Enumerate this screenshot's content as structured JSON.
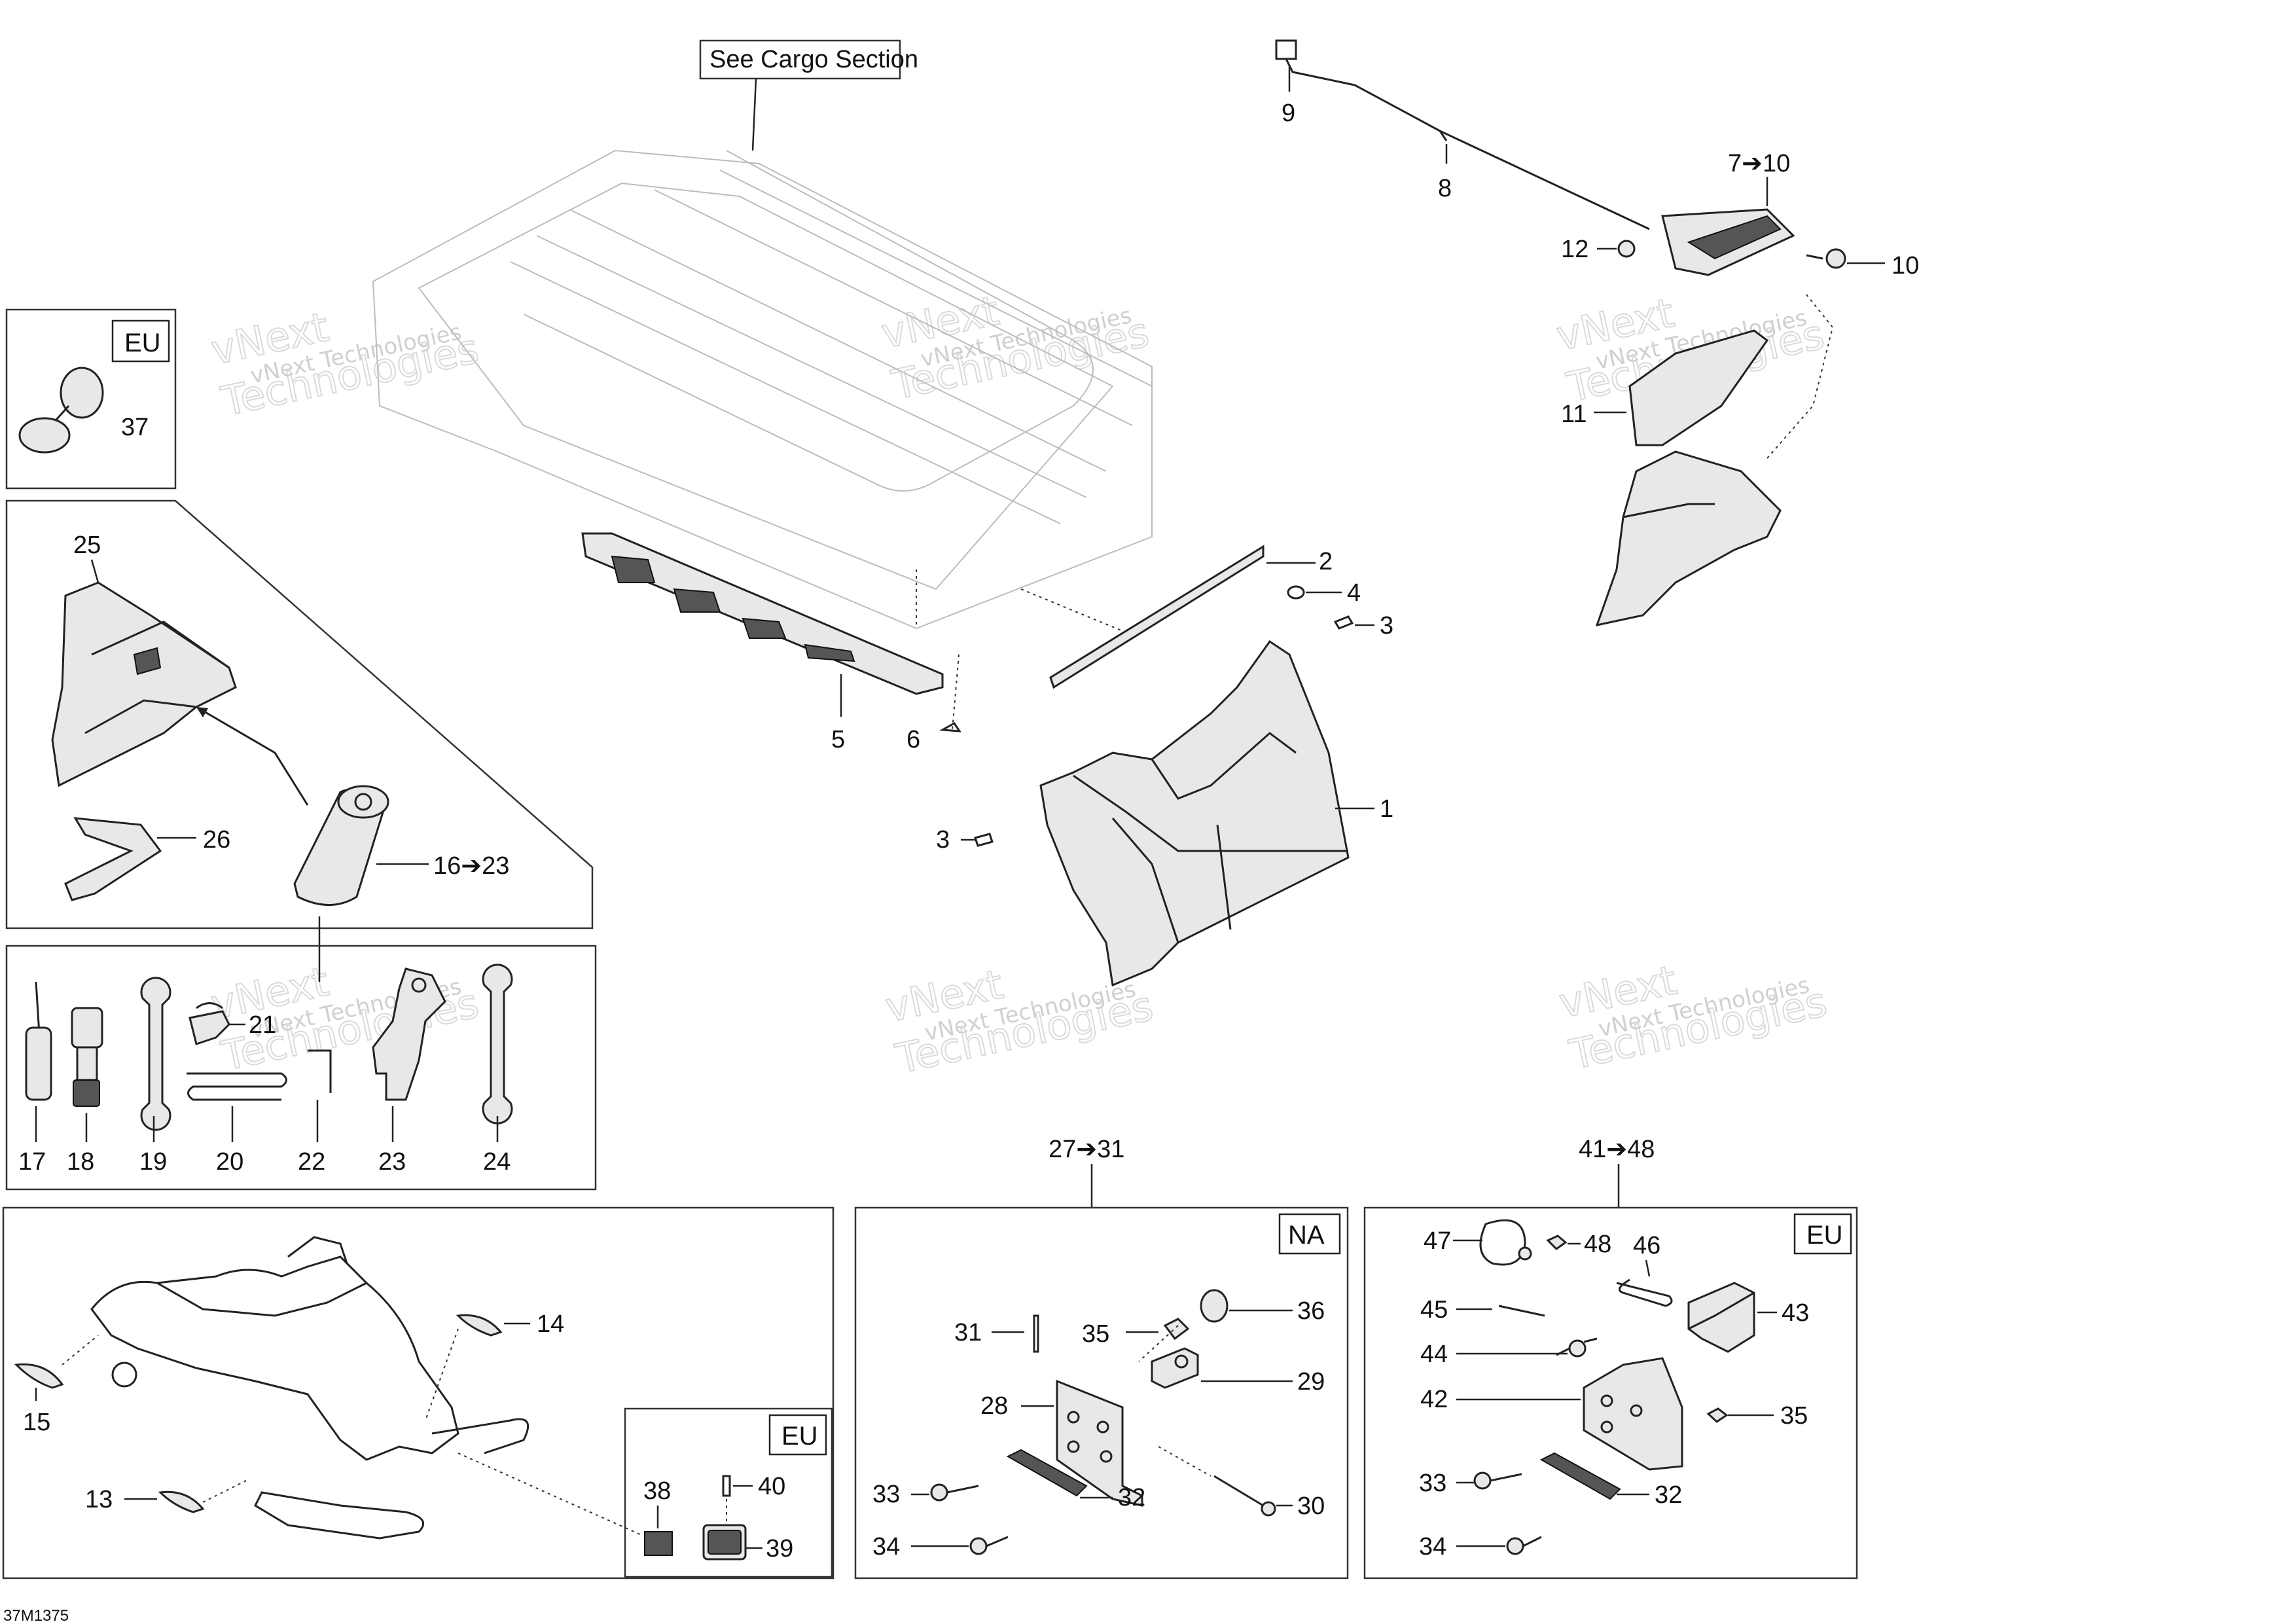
{
  "drawing_code": "37M1375",
  "cargo_note": "See Cargo Section",
  "watermark": {
    "line1": "vNext Technologies",
    "line2": "vNext",
    "line3": "Technologies"
  },
  "region_tags": {
    "eu_mirror": "EU",
    "na_plate": "NA",
    "eu_plate": "EU",
    "eu_reflector": "EU"
  },
  "callouts": {
    "c1": "1",
    "c2": "2",
    "c3a": "3",
    "c3b": "3",
    "c4": "4",
    "c5": "5",
    "c6": "6",
    "c7_10": "7➔10",
    "c8": "8",
    "c9": "9",
    "c10": "10",
    "c11": "11",
    "c12": "12",
    "c13": "13",
    "c14": "14",
    "c15": "15",
    "c16_23": "16➔23",
    "c17": "17",
    "c18": "18",
    "c19": "19",
    "c20": "20",
    "c21": "21",
    "c22": "22",
    "c23": "23",
    "c24": "24",
    "c25": "25",
    "c26": "26",
    "c27_31": "27➔31",
    "c28": "28",
    "c29": "29",
    "c30": "30",
    "c31": "31",
    "c32a": "32",
    "c32b": "32",
    "c33a": "33",
    "c33b": "33",
    "c34a": "34",
    "c34b": "34",
    "c35a": "35",
    "c35b": "35",
    "c36": "36",
    "c37": "37",
    "c38": "38",
    "c39": "39",
    "c40": "40",
    "c41_48": "41➔48",
    "c42": "42",
    "c43": "43",
    "c44": "44",
    "c45": "45",
    "c46": "46",
    "c47": "47",
    "c48": "48"
  }
}
